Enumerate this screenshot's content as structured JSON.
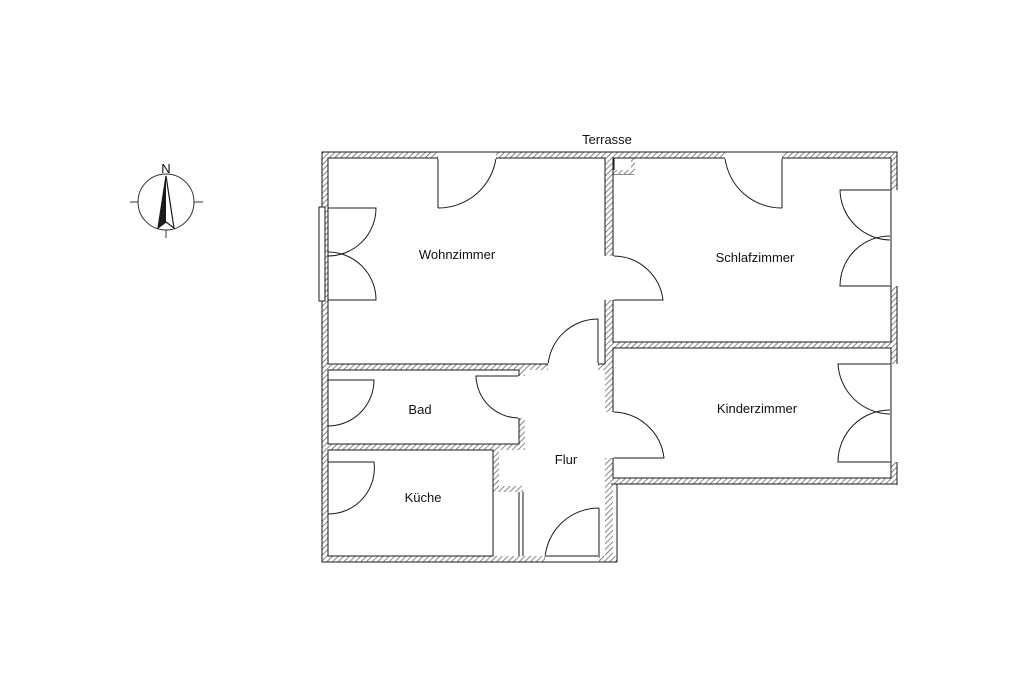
{
  "plan": {
    "outside_label": "Terrasse",
    "rooms": {
      "wohnzimmer": "Wohnzimmer",
      "schlafzimmer": "Schlafzimmer",
      "kinderzimmer": "Kinderzimmer",
      "bad": "Bad",
      "kueche": "Küche",
      "flur": "Flur"
    }
  },
  "compass": {
    "north_label": "N"
  },
  "colors": {
    "wall_line": "#1a1a1a",
    "hatch": "#555555",
    "background": "#ffffff"
  }
}
